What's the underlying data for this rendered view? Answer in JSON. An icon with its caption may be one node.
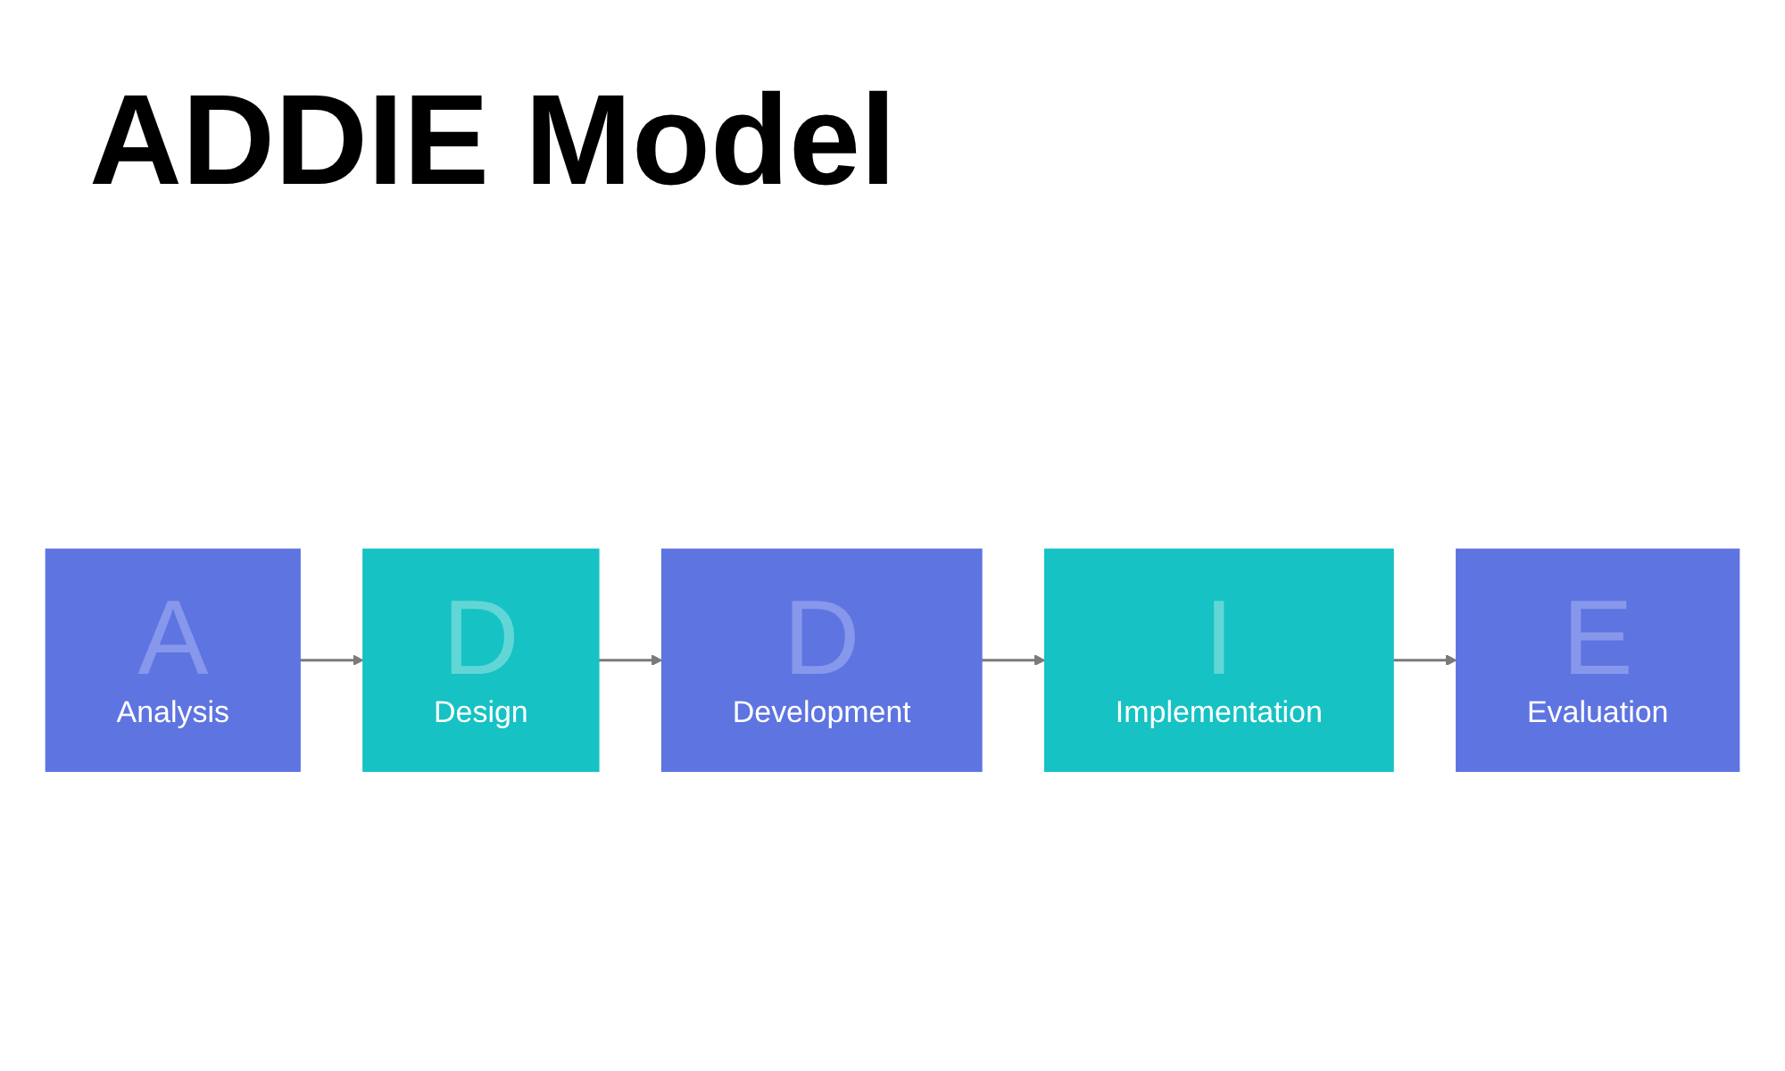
{
  "diagram": {
    "title": "ADDIE Model",
    "nodes": [
      {
        "text": [
          "A",
          "Analysis"
        ]
      },
      {
        "text": [
          "D",
          "Design"
        ]
      },
      {
        "text": [
          "D",
          "Development"
        ]
      },
      {
        "text": [
          "I",
          "Implementation"
        ]
      },
      {
        "text": [
          "E",
          "Evaluation"
        ]
      }
    ],
    "edges": [
      {
        "from": 0,
        "to": 1,
        "arrow": "to"
      },
      {
        "from": 1,
        "to": 2,
        "arrow": "to"
      },
      {
        "from": 2,
        "to": 3,
        "arrow": "to"
      },
      {
        "from": 3,
        "to": 4,
        "arrow": "to"
      }
    ]
  }
}
